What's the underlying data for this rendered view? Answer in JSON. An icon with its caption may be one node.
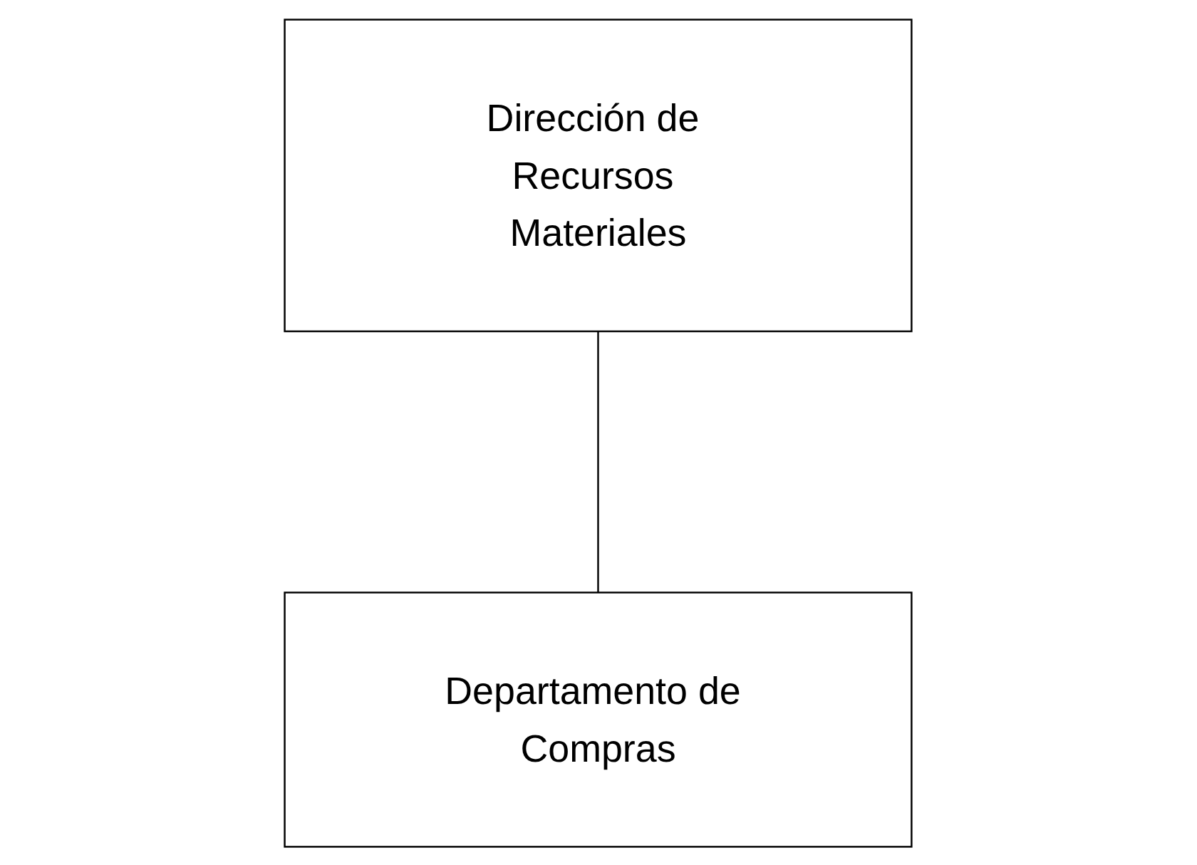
{
  "diagram": {
    "nodes": [
      {
        "text": [
          "Dirección de Recursos Materiales"
        ]
      },
      {
        "text": [
          "Departamento de Compras"
        ]
      }
    ],
    "edges": [
      {
        "from": 0,
        "to": 1,
        "arrow": "none"
      }
    ]
  }
}
